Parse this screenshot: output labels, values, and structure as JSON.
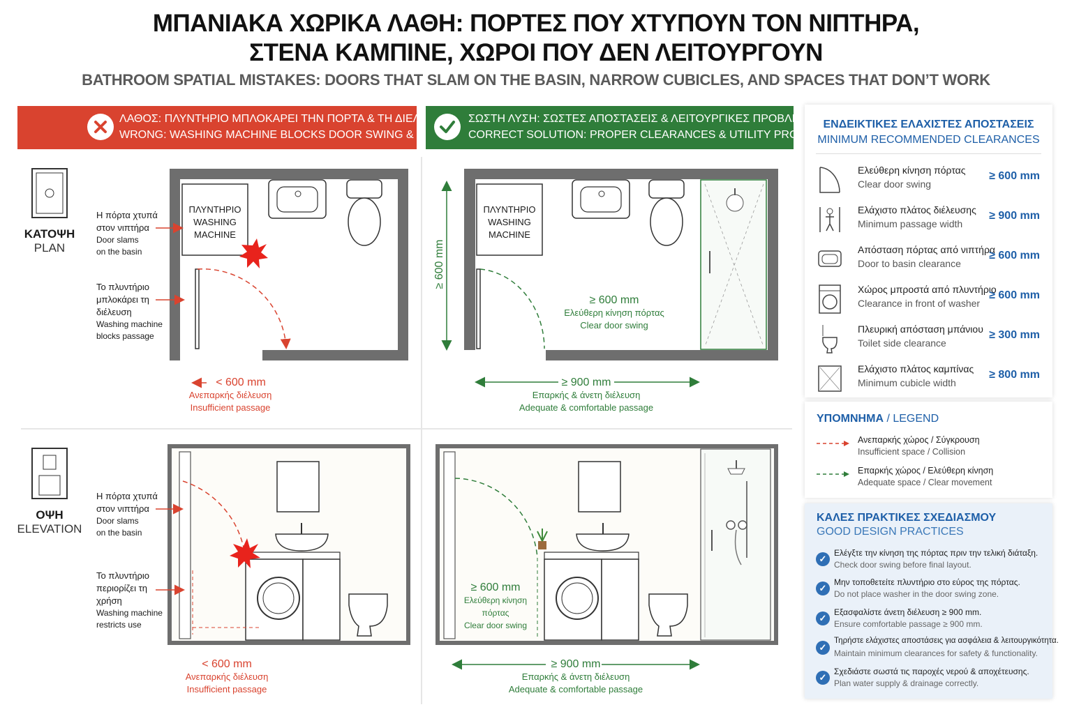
{
  "header": {
    "title_line1": "ΜΠΑΝΙΑΚΑ ΧΩΡΙΚΑ ΛΑΘΗ: ΠΟΡΤΕΣ ΠΟΥ ΧΤΥΠΟΥΝ ΤΟΝ ΝΙΠΤΗΡΑ,",
    "title_line2": "ΣΤΕΝΑ ΚΑΜΠΙΝΕ, ΧΩΡΟΙ ΠΟΥ ΔΕΝ ΛΕΙΤΟΥΡΓΟΥΝ",
    "subtitle": "BATHROOM SPATIAL MISTAKES: DOORS THAT SLAM ON THE BASIN, NARROW CUBICLES, AND SPACES THAT DON’T WORK"
  },
  "wrong_banner": {
    "line1": "ΛΑΘΟΣ: ΠΛΥΝΤΗΡΙΟ ΜΠΛΟΚΑΡΕΙ ΤΗΝ ΠΟΡΤΑ & ΤΗ ΔΙΕΛΕΥΣΗ",
    "line2": "WRONG: WASHING MACHINE BLOCKS DOOR SWING & PASSAGE",
    "color": "#d9432f"
  },
  "right_banner": {
    "line1": "ΣΩΣΤΗ ΛΥΣΗ: ΣΩΣΤΕΣ ΑΠΟΣΤΑΣΕΙΣ & ΛΕΙΤΟΥΡΓΙΚΕΣ ΠΡΟΒΛΕΨΕΙΣ",
    "line2": "CORRECT SOLUTION: PROPER CLEARANCES & UTILITY PROVISIONS",
    "color": "#2f7d3a"
  },
  "plan_row": {
    "title_gr": "ΚΑΤΟΨΗ",
    "title_en": "PLAN",
    "washer_gr": "ΠΛΥΝΤΗΡΙΟ",
    "washer_en1": "WASHING",
    "washer_en2": "MACHINE",
    "wrong_notes": {
      "slam_gr1": "Η πόρτα χτυπά",
      "slam_gr2": "στον νιπτήρα",
      "slam_en1": "Door slams",
      "slam_en2": "on the basin",
      "block_gr1": "Το πλυντήριο",
      "block_gr2": "μπλοκάρει τη",
      "block_gr3": "διέλευση",
      "block_en1": "Washing machine",
      "block_en2": "blocks passage"
    },
    "wrong_caption": {
      "value": "< 600 mm",
      "gr": "Ανεπαρκής διέλευση",
      "en": "Insufficient passage"
    },
    "right_vertical": "≥ 600 mm",
    "right_swing": {
      "value": "≥ 600 mm",
      "gr": "Ελεύθερη κίνηση πόρτας",
      "en": "Clear door swing"
    },
    "right_caption": {
      "value": "≥ 900 mm",
      "gr": "Επαρκής & άνετη διέλευση",
      "en": "Adequate & comfortable passage"
    }
  },
  "elevation_row": {
    "title_gr": "ΟΨΗ",
    "title_en": "ELEVATION",
    "wrong_notes": {
      "slam_gr1": "Η πόρτα χτυπά",
      "slam_gr2": "στον νιπτήρα",
      "slam_en1": "Door slams",
      "slam_en2": "on the basin",
      "restrict_gr1": "Το πλυντήριο",
      "restrict_gr2": "περιορίζει τη",
      "restrict_gr3": "χρήση",
      "restrict_en1": "Washing machine",
      "restrict_en2": "restricts use"
    },
    "wrong_caption": {
      "value": "< 600 mm",
      "gr": "Ανεπαρκής διέλευση",
      "en": "Insufficient passage"
    },
    "right_swing": {
      "value": "≥ 600 mm",
      "gr": "Ελεύθερη κίνηση πόρτας",
      "en": "Clear door swing"
    },
    "right_caption": {
      "value": "≥ 900 mm",
      "gr": "Επαρκής & άνετη διέλευση",
      "en": "Adequate & comfortable passage"
    }
  },
  "clearances": {
    "title_gr": "ΕΝΔΕΙΚΤΙΚΕΣ ΕΛΑΧΙΣΤΕΣ ΑΠΟΣΤΑΣΕΙΣ",
    "title_en": "MINIMUM RECOMMENDED CLEARANCES",
    "items": [
      {
        "gr": "Ελεύθερη κίνηση πόρτας",
        "en": "Clear door swing",
        "value": "≥ 600 mm",
        "icon": "door-swing-icon"
      },
      {
        "gr": "Ελάχιστο πλάτος διέλευσης",
        "en": "Minimum passage width",
        "value": "≥ 900 mm",
        "icon": "person-passage-icon"
      },
      {
        "gr": "Απόσταση πόρτας από νιπτήρα",
        "en": "Door to basin clearance",
        "value": "≥ 600 mm",
        "icon": "basin-icon"
      },
      {
        "gr": "Χώρος μπροστά από πλυντήριο",
        "en": "Clearance in front of washer",
        "value": "≥ 600 mm",
        "icon": "washer-icon"
      },
      {
        "gr": "Πλευρική απόσταση μπάνιου",
        "en": "Toilet side clearance",
        "value": "≥ 300 mm",
        "icon": "toilet-icon"
      },
      {
        "gr": "Ελάχιστο πλάτος καμπίνας",
        "en": "Minimum cubicle width",
        "value": "≥ 800 mm",
        "icon": "shower-cubicle-icon"
      }
    ]
  },
  "legend": {
    "title_gr": "ΥΠΟΜΝΗΜΑ",
    "title_sep": " / ",
    "title_en": "LEGEND",
    "items": [
      {
        "gr": "Ανεπαρκής χώρος / Σύγκρουση",
        "en": "Insufficient space / Collision",
        "color": "#d9432f"
      },
      {
        "gr": "Επαρκής χώρος / Ελεύθερη κίνηση",
        "en": "Adequate space / Clear movement",
        "color": "#2f7d3a"
      }
    ]
  },
  "practices": {
    "title_gr": "ΚΑΛΕΣ ΠΡΑΚΤΙΚΕΣ ΣΧΕΔΙΑΣΜΟΥ",
    "title_en": "GOOD DESIGN PRACTICES",
    "items": [
      {
        "gr": "Ελέγξτε την κίνηση της πόρτας πριν την τελική διάταξη.",
        "en": "Check door swing before final layout."
      },
      {
        "gr": "Μην τοποθετείτε πλυντήριο στο εύρος της πόρτας.",
        "en": "Do not place washer in the door swing zone."
      },
      {
        "gr": "Εξασφαλίστε άνετη διέλευση ≥ 900 mm.",
        "en": "Ensure comfortable passage ≥ 900 mm."
      },
      {
        "gr": "Τηρήστε ελάχιστες αποστάσεις για ασφάλεια & λειτουργικότητα.",
        "en": "Maintain minimum clearances for safety & functionality."
      },
      {
        "gr": "Σχεδιάστε σωστά τις παροχές νερού & αποχέτευσης.",
        "en": "Plan water supply & drainage correctly."
      }
    ]
  }
}
